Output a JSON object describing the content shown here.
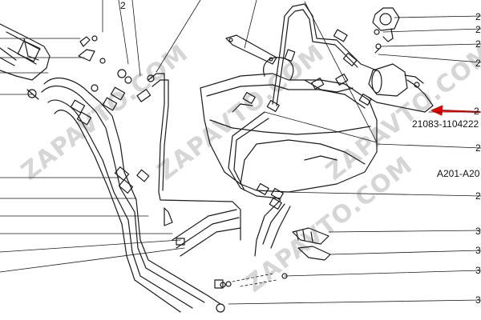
{
  "diagram": {
    "part_number": "21083-1104222",
    "engine_code": "A201-A20",
    "callout_numbers": [
      "2",
      "2",
      "2",
      "2",
      "2",
      "2",
      "2",
      "2",
      "3",
      "3",
      "3",
      "3"
    ],
    "watermark": "ZAPAVTO.COM",
    "highlight_color": "#e00000",
    "line_color": "#1a1a1a"
  }
}
